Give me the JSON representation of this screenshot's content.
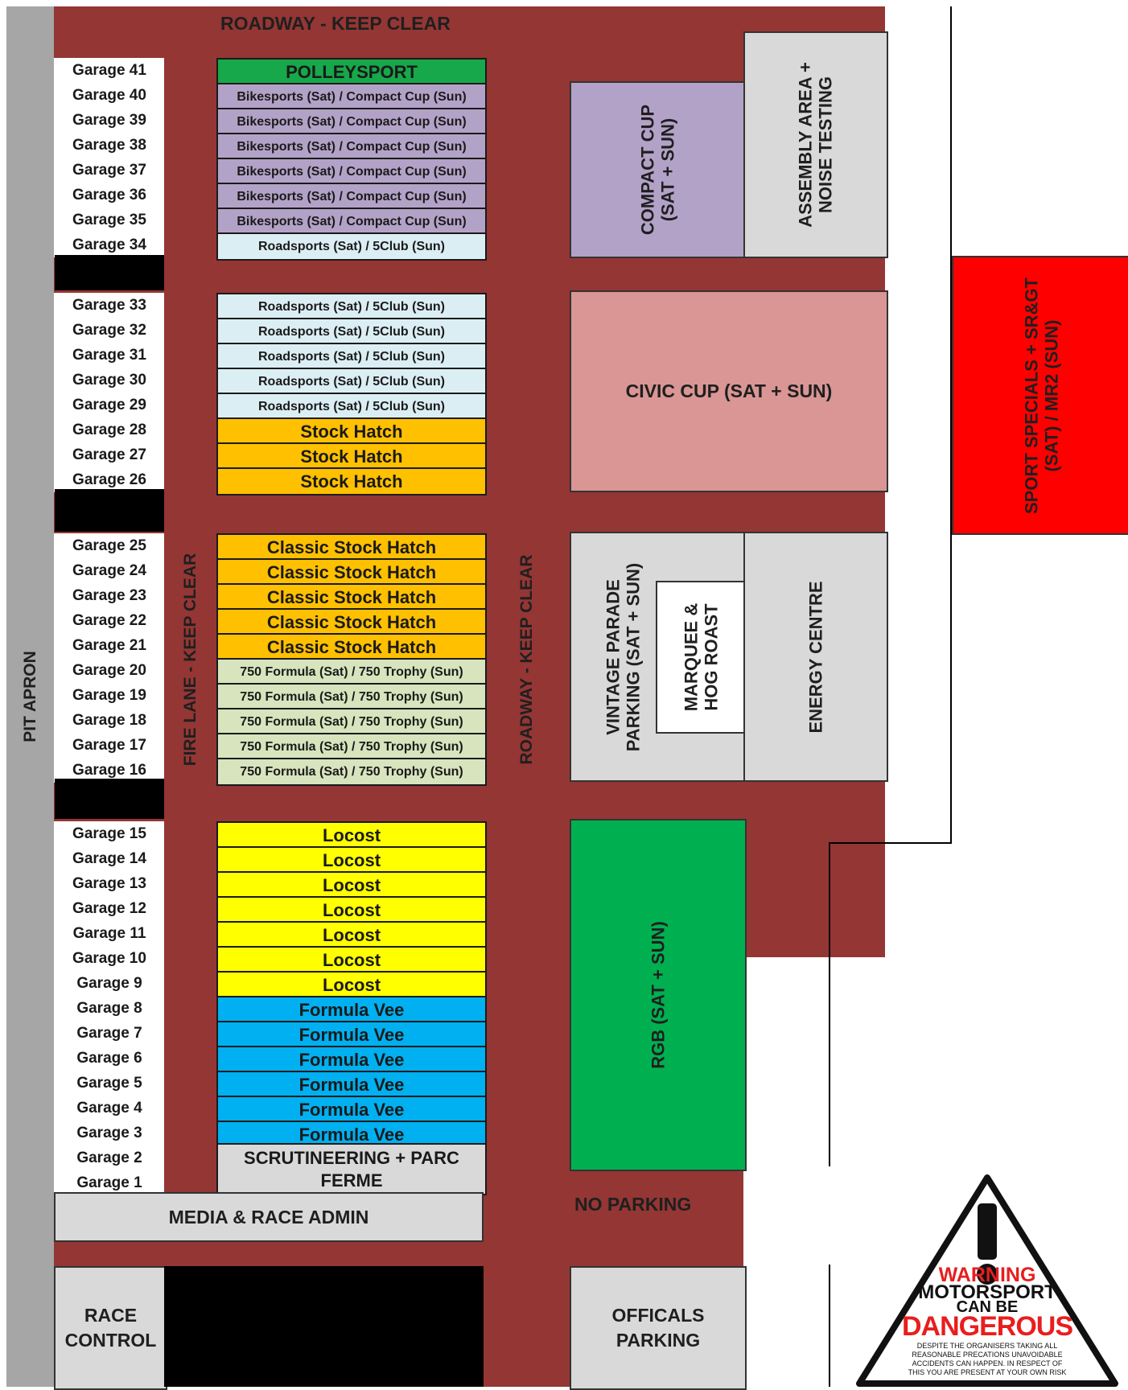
{
  "title": "ROADWAY - KEEP CLEAR",
  "labels": {
    "pit_apron": "PIT APRON",
    "fire_lane": "FIRE LANE - KEEP CLEAR",
    "roadway_vertical": "ROADWAY - KEEP CLEAR",
    "no_parking": "NO PARKING",
    "media": "MEDIA & RACE ADMIN",
    "race_control_1": "RACE",
    "race_control_2": "CONTROL",
    "officials_1": "OFFICALS",
    "officials_2": "PARKING",
    "scrutineering_1": "SCRUTINEERING + PARC",
    "scrutineering_2": "FERME"
  },
  "zones": {
    "compact_cup_1": "COMPACT CUP",
    "compact_cup_2": "(SAT + SUN)",
    "assembly_1": "ASSEMBLY AREA +",
    "assembly_2": "NOISE TESTING",
    "civic_cup": "CIVIC CUP (SAT + SUN)",
    "vintage_1": "VINTAGE PARADE",
    "vintage_2": "PARKING (SAT + SUN)",
    "marquee_1": "MARQUEE &",
    "marquee_2": "HOG ROAST",
    "energy": "ENERGY CENTRE",
    "rgb": "RGB (SAT + SUN)",
    "sport_specials_1": "SPORT SPECIALS + SR&GT",
    "sport_specials_2": "(SAT) / MR2 (SUN)"
  },
  "garages": [
    {
      "garage": "Garage 41",
      "slot": "POLLEYSPORT"
    },
    {
      "garage": "Garage 40",
      "slot": "Bikesports (Sat) / Compact Cup (Sun)"
    },
    {
      "garage": "Garage 39",
      "slot": "Bikesports (Sat) / Compact Cup (Sun)"
    },
    {
      "garage": "Garage 38",
      "slot": "Bikesports (Sat) / Compact Cup (Sun)"
    },
    {
      "garage": "Garage 37",
      "slot": "Bikesports (Sat) / Compact Cup (Sun)"
    },
    {
      "garage": "Garage 36",
      "slot": "Bikesports (Sat) / Compact Cup (Sun)"
    },
    {
      "garage": "Garage 35",
      "slot": "Bikesports (Sat) / Compact Cup (Sun)"
    },
    {
      "garage": "Garage 34",
      "slot": "Roadsports (Sat) / 5Club (Sun)"
    },
    {
      "garage": "Garage 33",
      "slot": "Roadsports (Sat) / 5Club (Sun)"
    },
    {
      "garage": "Garage 32",
      "slot": "Roadsports (Sat) / 5Club (Sun)"
    },
    {
      "garage": "Garage 31",
      "slot": "Roadsports (Sat) / 5Club (Sun)"
    },
    {
      "garage": "Garage 30",
      "slot": "Roadsports (Sat) / 5Club (Sun)"
    },
    {
      "garage": "Garage 29",
      "slot": "Roadsports (Sat) / 5Club (Sun)"
    },
    {
      "garage": "Garage 28",
      "slot": "Stock Hatch"
    },
    {
      "garage": "Garage 27",
      "slot": "Stock Hatch"
    },
    {
      "garage": "Garage 26",
      "slot": "Stock Hatch"
    },
    {
      "garage": "Garage 25",
      "slot": "Classic Stock Hatch"
    },
    {
      "garage": "Garage 24",
      "slot": "Classic Stock Hatch"
    },
    {
      "garage": "Garage 23",
      "slot": "Classic Stock Hatch"
    },
    {
      "garage": "Garage 22",
      "slot": "Classic Stock Hatch"
    },
    {
      "garage": "Garage 21",
      "slot": "Classic Stock Hatch"
    },
    {
      "garage": "Garage 20",
      "slot": "750 Formula (Sat) / 750 Trophy (Sun)"
    },
    {
      "garage": "Garage 19",
      "slot": "750 Formula (Sat) / 750 Trophy (Sun)"
    },
    {
      "garage": "Garage 18",
      "slot": "750 Formula (Sat) / 750 Trophy (Sun)"
    },
    {
      "garage": "Garage 17",
      "slot": "750 Formula (Sat) / 750 Trophy (Sun)"
    },
    {
      "garage": "Garage 16",
      "slot": "750 Formula (Sat) / 750 Trophy (Sun)"
    },
    {
      "garage": "Garage 15",
      "slot": "Locost"
    },
    {
      "garage": "Garage 14",
      "slot": "Locost"
    },
    {
      "garage": "Garage 13",
      "slot": "Locost"
    },
    {
      "garage": "Garage 12",
      "slot": "Locost"
    },
    {
      "garage": "Garage 11",
      "slot": "Locost"
    },
    {
      "garage": "Garage 10",
      "slot": "Locost"
    },
    {
      "garage": "Garage 9",
      "slot": "Locost"
    },
    {
      "garage": "Garage 8",
      "slot": "Formula Vee"
    },
    {
      "garage": "Garage 7",
      "slot": "Formula Vee"
    },
    {
      "garage": "Garage 6",
      "slot": "Formula Vee"
    },
    {
      "garage": "Garage 5",
      "slot": "Formula Vee"
    },
    {
      "garage": "Garage 4",
      "slot": "Formula Vee"
    },
    {
      "garage": "Garage 3",
      "slot": "Formula Vee"
    },
    {
      "garage": "Garage 2",
      "slot": ""
    },
    {
      "garage": "Garage 1",
      "slot": ""
    }
  ],
  "warning": {
    "line1": "WARNING",
    "line2": "MOTORSPORT",
    "line3": "CAN BE",
    "line4": "DANGEROUS",
    "line5": "DESPITE THE ORGANISERS TAKING ALL",
    "line6": "REASONABLE PRECATIONS UNAVOIDABLE",
    "line7": "ACCIDENTS CAN HAPPEN. IN RESPECT OF",
    "line8": "THIS YOU ARE PRESENT AT YOUR OWN RISK"
  },
  "colors": {
    "road": "#943634",
    "pit_apron": "#a6a6a6",
    "polleysport": "#16a84a",
    "bikesports": "#b3a2c7",
    "roadsports": "#dbeef4",
    "stock_hatch": "#ffc000",
    "formula750": "#d7e4bd",
    "locost": "#ffff00",
    "formula_vee": "#00b0f0",
    "grey_zone": "#d9d9d9",
    "civic": "#d99694",
    "rgb": "#00b050",
    "sport_specials": "#ff0000",
    "warning_red": "#e81e1e"
  }
}
